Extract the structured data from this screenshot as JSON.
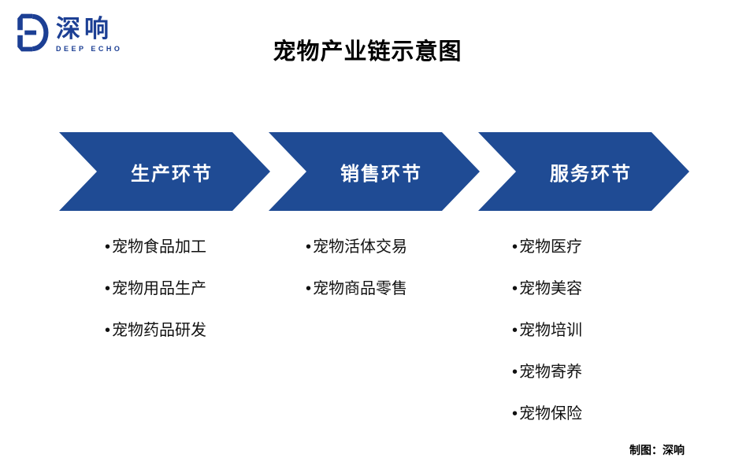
{
  "logo": {
    "name": "深响",
    "subtitle": "DEEP ECHO"
  },
  "title": "宠物产业链示意图",
  "colors": {
    "arrow_blue": "#1F4B94",
    "logo_blue": "#1C3F94",
    "title_black": "#000000",
    "arrow_text_white": "#FFFFFF"
  },
  "stages": [
    {
      "label": "生产环节",
      "items": [
        "宠物食品加工",
        "宠物用品生产",
        "宠物药品研发"
      ]
    },
    {
      "label": "销售环节",
      "items": [
        "宠物活体交易",
        "宠物商品零售"
      ]
    },
    {
      "label": "服务环节",
      "items": [
        "宠物医疗",
        "宠物美容",
        "宠物培训",
        "宠物寄养",
        "宠物保险"
      ]
    }
  ],
  "credit": "制图：深响"
}
